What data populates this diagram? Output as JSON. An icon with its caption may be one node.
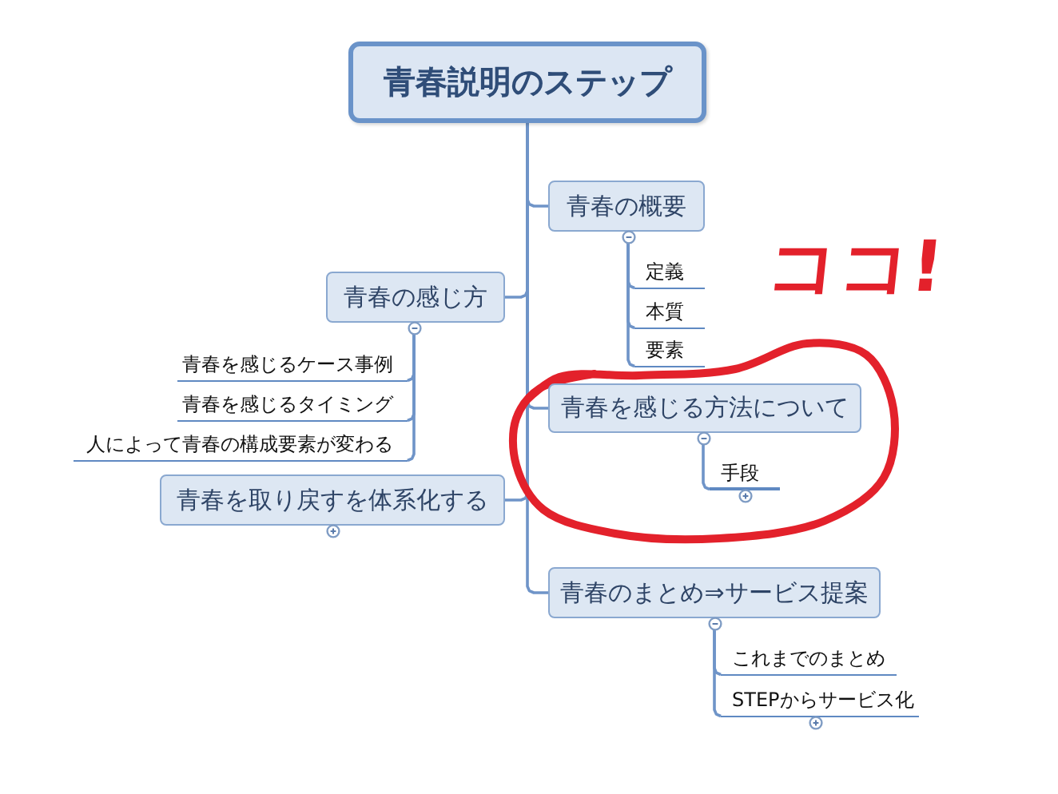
{
  "diagram": {
    "nodes": [
      {
        "text": [
          "青春説明のステップ"
        ]
      },
      {
        "text": [
          "青春の概要"
        ]
      },
      {
        "text": [
          "定義"
        ]
      },
      {
        "text": [
          "本質"
        ]
      },
      {
        "text": [
          "要素"
        ]
      },
      {
        "text": [
          "青春の感じ方"
        ]
      },
      {
        "text": [
          "青春を感じるケース事例"
        ]
      },
      {
        "text": [
          "青春を感じるタイミング"
        ]
      },
      {
        "text": [
          "人によって青春の構成要素が変わる"
        ]
      },
      {
        "text": [
          "青春を感じる方法について"
        ]
      },
      {
        "text": [
          "手段"
        ]
      },
      {
        "text": [
          "青春を取り戻すを体系化する"
        ]
      },
      {
        "text": [
          "青春のまとめ⇒サービス提案"
        ]
      },
      {
        "text": [
          "これまでのまとめ"
        ]
      },
      {
        "text": [
          "STEPからサービス化"
        ]
      }
    ],
    "edges": [
      {
        "from": 0,
        "to": 1,
        "arrow": "none"
      },
      {
        "from": 1,
        "to": 2,
        "arrow": "none"
      },
      {
        "from": 1,
        "to": 3,
        "arrow": "none"
      },
      {
        "from": 1,
        "to": 4,
        "arrow": "none"
      },
      {
        "from": 0,
        "to": 5,
        "arrow": "none"
      },
      {
        "from": 5,
        "to": 6,
        "arrow": "none"
      },
      {
        "from": 5,
        "to": 7,
        "arrow": "none"
      },
      {
        "from": 5,
        "to": 8,
        "arrow": "none"
      },
      {
        "from": 0,
        "to": 9,
        "arrow": "none"
      },
      {
        "from": 9,
        "to": 10,
        "arrow": "none"
      },
      {
        "from": 0,
        "to": 11,
        "arrow": "none"
      },
      {
        "from": 0,
        "to": 12,
        "arrow": "none"
      },
      {
        "from": 12,
        "to": 13,
        "arrow": "none"
      },
      {
        "from": 12,
        "to": 14,
        "arrow": "none"
      }
    ],
    "labels": [
      "ココ!"
    ]
  }
}
